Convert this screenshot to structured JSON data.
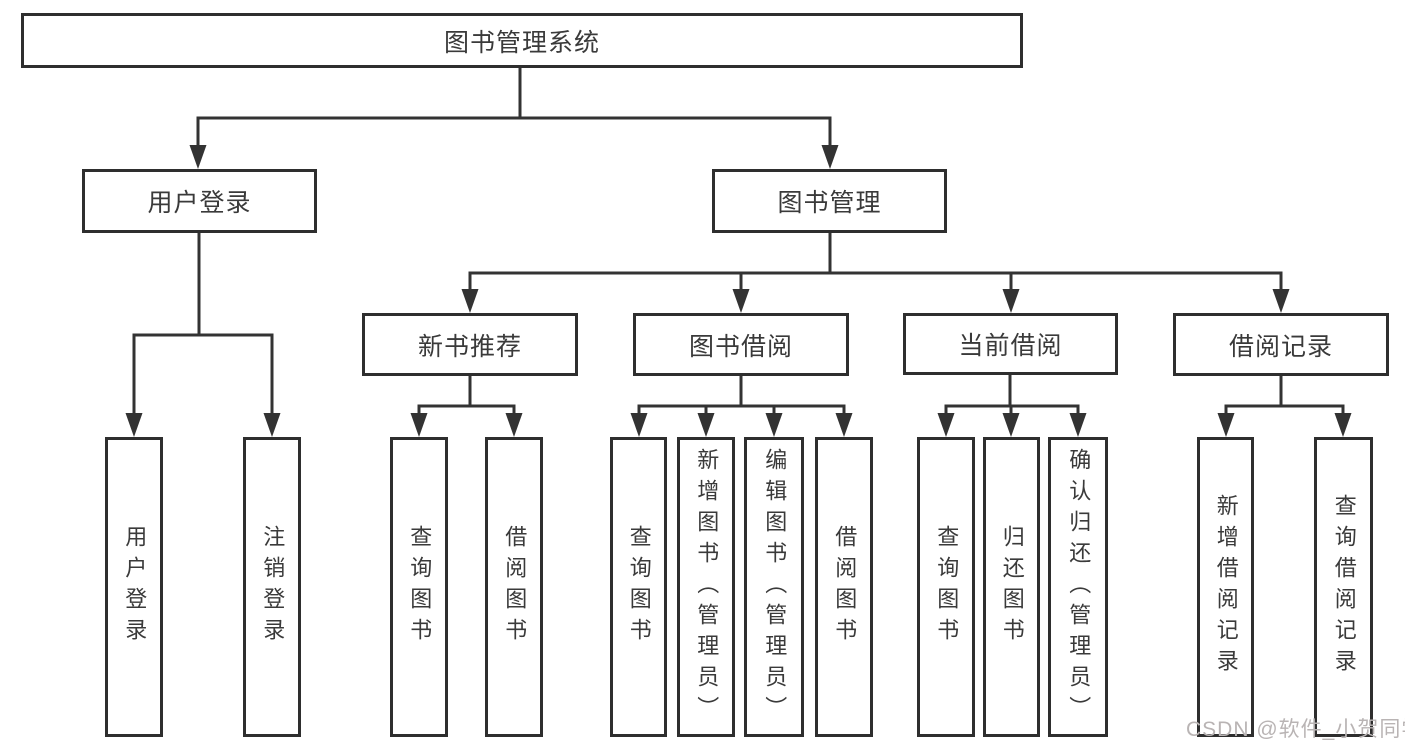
{
  "diagram": {
    "root": {
      "label": "图书管理系统"
    },
    "branches": {
      "user_login": {
        "label": "用户登录",
        "children": {
          "login": {
            "label": "用户登录"
          },
          "logout": {
            "label": "注销登录"
          }
        }
      },
      "book_mgmt": {
        "label": "图书管理",
        "children": {
          "new_book_rec": {
            "label": "新书推荐",
            "children": {
              "query": {
                "label": "查询图书"
              },
              "borrow": {
                "label": "借阅图书"
              }
            }
          },
          "book_borrow": {
            "label": "图书借阅",
            "children": {
              "query": {
                "label": "查询图书"
              },
              "add": {
                "label": "新增图书（管理员）"
              },
              "edit": {
                "label": "编辑图书（管理员）"
              },
              "borrow": {
                "label": "借阅图书"
              }
            }
          },
          "current_borrow": {
            "label": "当前借阅",
            "children": {
              "query": {
                "label": "查询图书"
              },
              "return": {
                "label": "归还图书"
              },
              "confirm": {
                "label": "确认归还（管理员）"
              }
            }
          },
          "borrow_records": {
            "label": "借阅记录",
            "children": {
              "add": {
                "label": "新增借阅记录"
              },
              "query": {
                "label": "查询借阅记录"
              }
            }
          }
        }
      }
    },
    "watermark": "CSDN @软件_小贺同学",
    "colors": {
      "line": "#333333",
      "box_border": "#2e2e2e",
      "text": "#3a3a3a",
      "watermark": "#b9b4b4",
      "background": "#ffffff"
    }
  }
}
